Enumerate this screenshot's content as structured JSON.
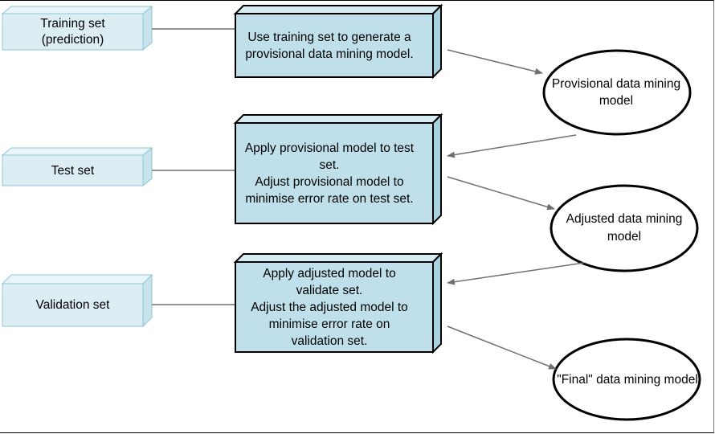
{
  "inputs": {
    "training": "Training set\n(prediction)",
    "test": "Test set",
    "validation": "Validation set"
  },
  "processes": {
    "generate": "Use training set to generate a provisional data mining model.",
    "apply_test": "Apply provisional model to test set.\nAdjust provisional model to minimise error rate on test set.",
    "apply_validate": "Apply adjusted model to validate set.\nAdjust the adjusted model to minimise error rate on validation set."
  },
  "models": {
    "provisional": "Provisional data mining model",
    "adjusted": "Adjusted data mining model",
    "final": "\"Final\" data mining model"
  },
  "colors": {
    "input_fill": "#dcedf3",
    "input_border": "#8cc6d6",
    "process_fill": "#bfe0ea",
    "arrow": "#707070"
  }
}
